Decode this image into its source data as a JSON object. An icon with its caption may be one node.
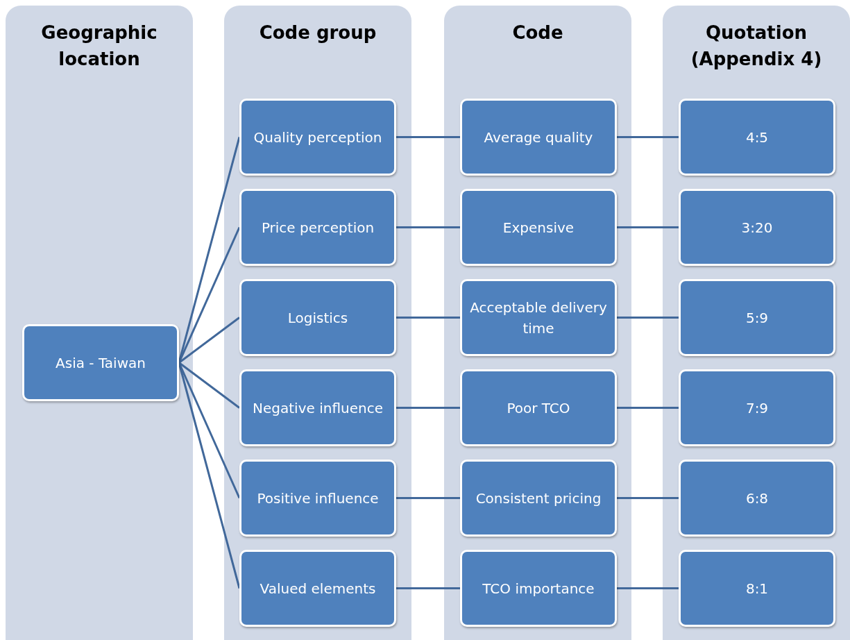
{
  "diagram": {
    "nodes": [
      {
        "text": [
          "Geographic location"
        ]
      },
      {
        "text": [
          "Asia - Taiwan"
        ],
        "in": 0
      },
      {
        "text": [
          "Code group"
        ]
      },
      {
        "text": [
          "Quality perception"
        ],
        "in": 2
      },
      {
        "text": [
          "Price perception"
        ],
        "in": 2
      },
      {
        "text": [
          "Logistics"
        ],
        "in": 2
      },
      {
        "text": [
          "Negative influence"
        ],
        "in": 2
      },
      {
        "text": [
          "Positive influence"
        ],
        "in": 2
      },
      {
        "text": [
          "Valued elements"
        ],
        "in": 2
      },
      {
        "text": [
          "Code"
        ]
      },
      {
        "text": [
          "Average quality"
        ],
        "in": 9
      },
      {
        "text": [
          "Expensive"
        ],
        "in": 9
      },
      {
        "text": [
          "Acceptable delivery time"
        ],
        "in": 9
      },
      {
        "text": [
          "Poor TCO"
        ],
        "in": 9
      },
      {
        "text": [
          "Consistent pricing"
        ],
        "in": 9
      },
      {
        "text": [
          "TCO importance"
        ],
        "in": 9
      },
      {
        "text": [
          "Quotation (Appendix 4)"
        ]
      },
      {
        "text": [
          "4:5"
        ],
        "in": 16
      },
      {
        "text": [
          "3:20"
        ],
        "in": 16
      },
      {
        "text": [
          "5:9"
        ],
        "in": 16
      },
      {
        "text": [
          "7:9"
        ],
        "in": 16
      },
      {
        "text": [
          "6:8"
        ],
        "in": 16
      },
      {
        "text": [
          "8:1"
        ],
        "in": 16
      }
    ],
    "edges": [
      {
        "from": 1,
        "to": 3,
        "arrow": "none"
      },
      {
        "from": 1,
        "to": 4,
        "arrow": "none"
      },
      {
        "from": 1,
        "to": 5,
        "arrow": "none"
      },
      {
        "from": 1,
        "to": 6,
        "arrow": "none"
      },
      {
        "from": 1,
        "to": 7,
        "arrow": "none"
      },
      {
        "from": 1,
        "to": 8,
        "arrow": "none"
      },
      {
        "from": 3,
        "to": 10,
        "arrow": "none"
      },
      {
        "from": 4,
        "to": 11,
        "arrow": "none"
      },
      {
        "from": 5,
        "to": 12,
        "arrow": "none"
      },
      {
        "from": 6,
        "to": 13,
        "arrow": "none"
      },
      {
        "from": 7,
        "to": 14,
        "arrow": "none"
      },
      {
        "from": 8,
        "to": 15,
        "arrow": "none"
      },
      {
        "from": 10,
        "to": 17,
        "arrow": "none"
      },
      {
        "from": 11,
        "to": 18,
        "arrow": "none"
      },
      {
        "from": 12,
        "to": 19,
        "arrow": "none"
      },
      {
        "from": 13,
        "to": 20,
        "arrow": "none"
      },
      {
        "from": 14,
        "to": 21,
        "arrow": "none"
      },
      {
        "from": 15,
        "to": 22,
        "arrow": "none"
      }
    ]
  }
}
